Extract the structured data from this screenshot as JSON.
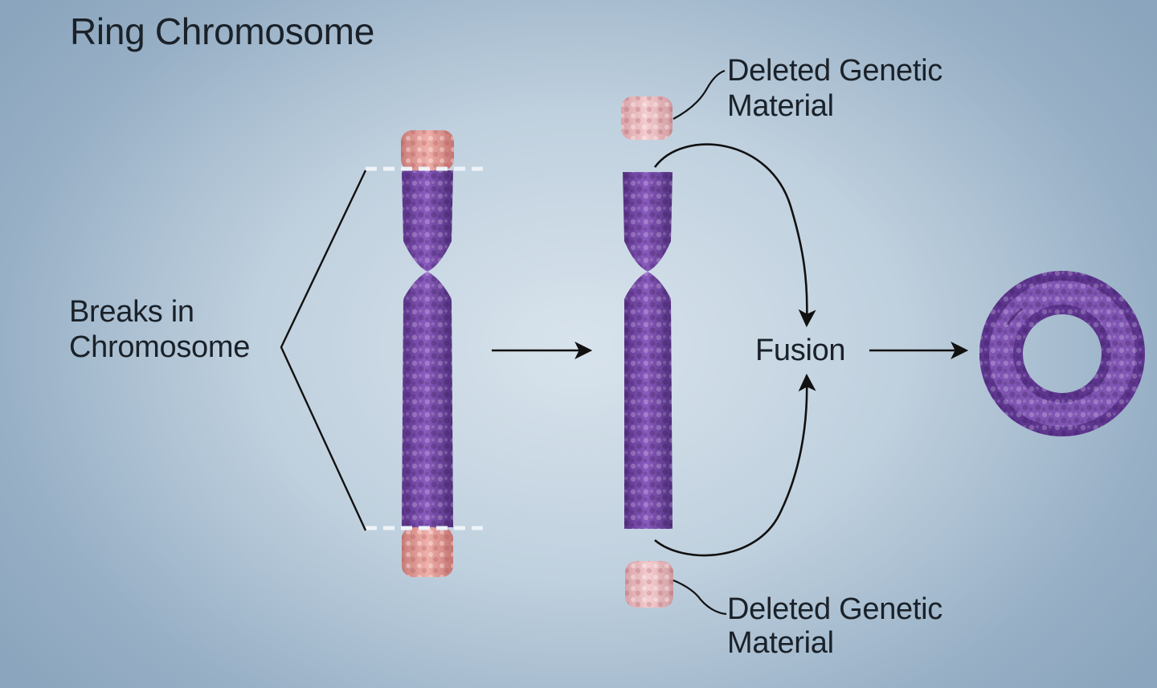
{
  "title": "Ring Chromosome",
  "labels": {
    "breaks_line1": "Breaks in",
    "breaks_line2": "Chromosome",
    "deleted_top_line1": "Deleted Genetic",
    "deleted_top_line2": "Material",
    "fusion": "Fusion",
    "deleted_bottom_line1": "Deleted Genetic",
    "deleted_bottom_line2": "Material"
  },
  "colors": {
    "chromosome": "#7a4aa8",
    "chromosome_dark": "#4e2a78",
    "telomere": "#e8a6a0",
    "deleted_fragment": "#efc2c4",
    "line": "#111111",
    "break_mark": "#e9f0f7"
  }
}
